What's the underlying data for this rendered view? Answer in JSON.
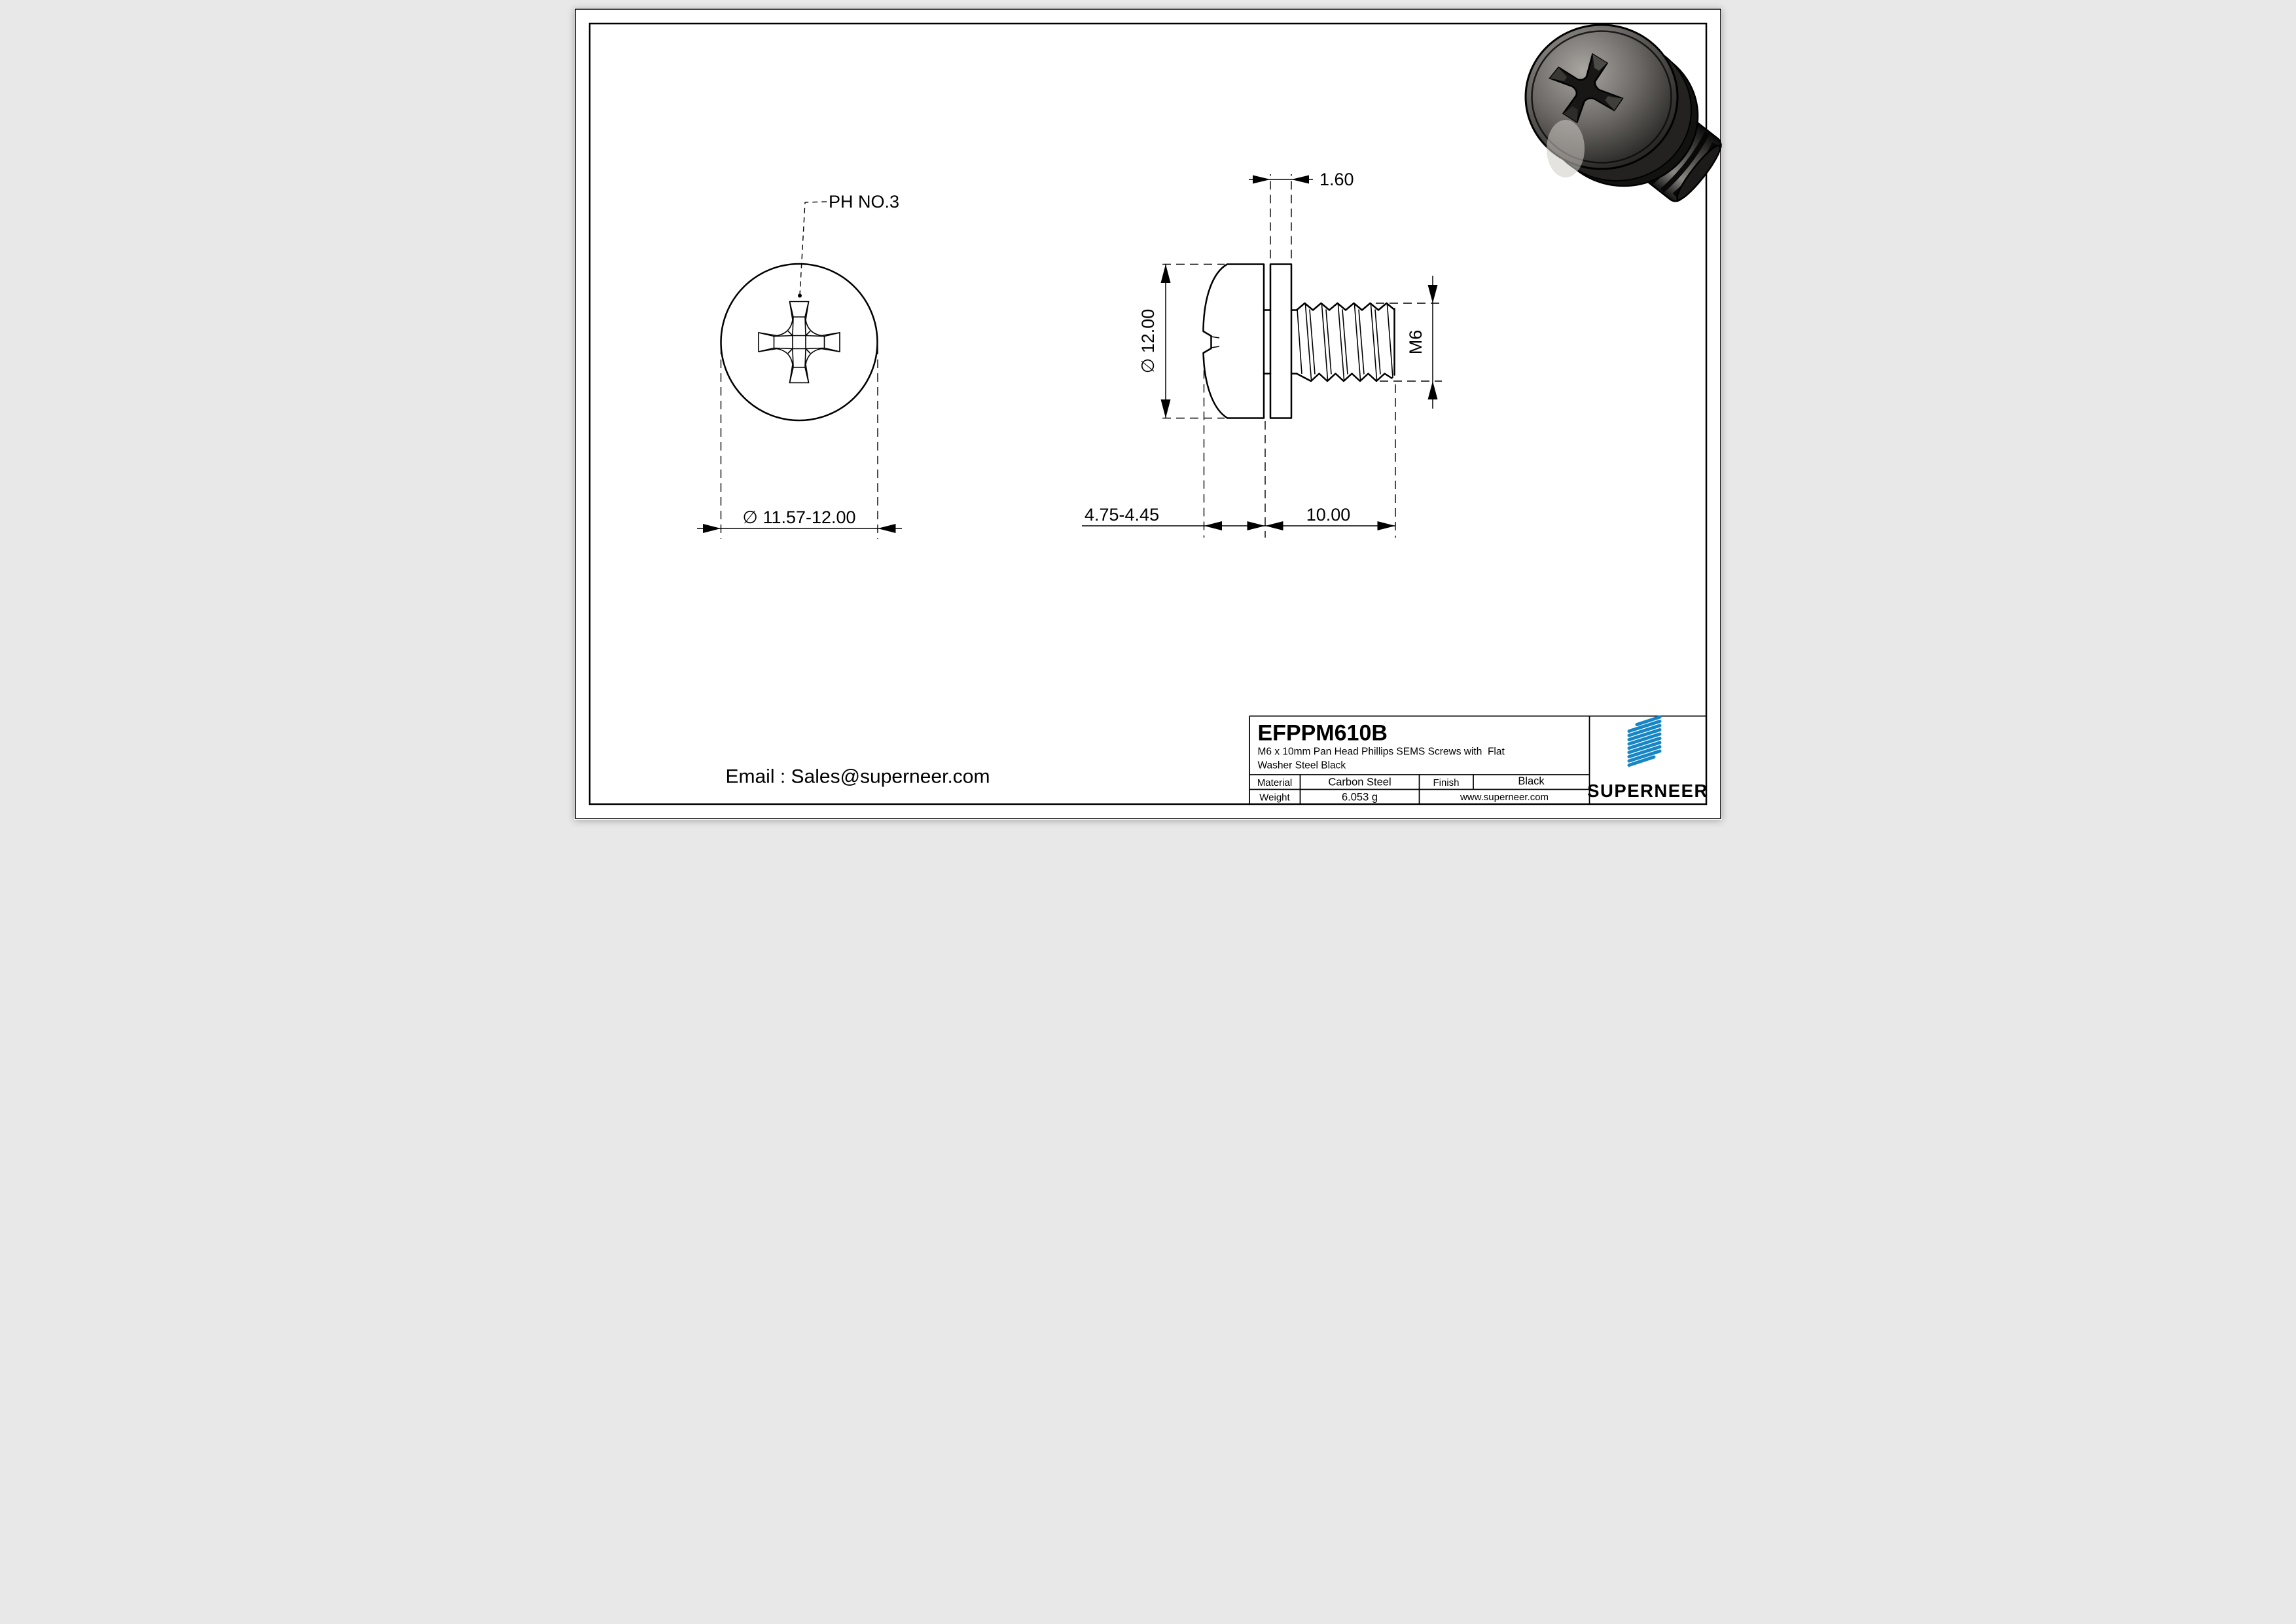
{
  "drawing": {
    "front_view": {
      "recess_label": "PH NO.3",
      "head_diameter_dim": "∅ 11.57-12.00"
    },
    "side_view": {
      "washer_thickness_dim": "1.60",
      "head_diameter_dim": "∅ 12.00",
      "thread_size_dim": "M6",
      "head_height_dim": "4.75-4.45",
      "thread_length_dim": "10.00"
    }
  },
  "footer": {
    "email": "Email : Sales@superneer.com"
  },
  "title_block": {
    "part_number": "EFPPM610B",
    "description_line1": "M6 x 10mm Pan Head Phillips SEMS Screws with  Flat",
    "description_line2": "Washer Steel Black",
    "material_label": "Material",
    "material_value": "Carbon Steel",
    "finish_label": "Finish",
    "finish_value": "Black",
    "weight_label": "Weight",
    "weight_value": "6.053 g",
    "website": "www.superneer.com",
    "brand": "SUPERNEER"
  },
  "colors": {
    "brand_blue": "#1786c7",
    "line": "#000000",
    "background": "#ffffff"
  }
}
